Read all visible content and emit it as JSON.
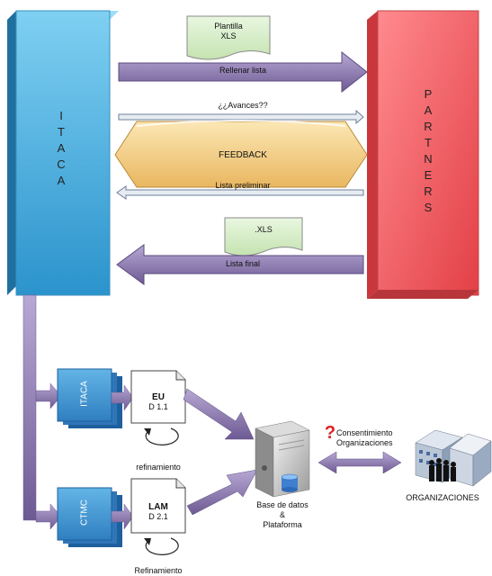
{
  "itaca": {
    "letters": [
      "I",
      "T",
      "A",
      "C",
      "A"
    ]
  },
  "partners": {
    "letters": [
      "P",
      "A",
      "R",
      "T",
      "N",
      "E",
      "R",
      "S"
    ]
  },
  "flows": {
    "plantilla": "Plantilla\nXLS",
    "rellenar": "Rellenar lista",
    "avances": "¿¿Avances??",
    "feedback": "FEEDBACK",
    "preliminar": "Lista preliminar",
    "xls": ".XLS",
    "final": "Lista final"
  },
  "bottom": {
    "itaca_box": "ITACA",
    "ctmc_box": "CTMC",
    "eu_doc": {
      "title": "EU",
      "sub": "D 1.1"
    },
    "lam_doc": {
      "title": "LAM",
      "sub": "D 2.1"
    },
    "refinamiento1": "refinamiento",
    "refinamiento2": "Refinamiento",
    "server": "Base de datos\n&\nPlataforma",
    "consent": "Consentimiento\nOrganizaciones",
    "orgs": "ORGANIZACIONES",
    "question": "?"
  },
  "colors": {
    "itaca_blue": "#3fa9dc",
    "partners_red": "#e8585c",
    "arrow_purple": "#7b6a9e",
    "feedback_gold": "#f3d089"
  }
}
